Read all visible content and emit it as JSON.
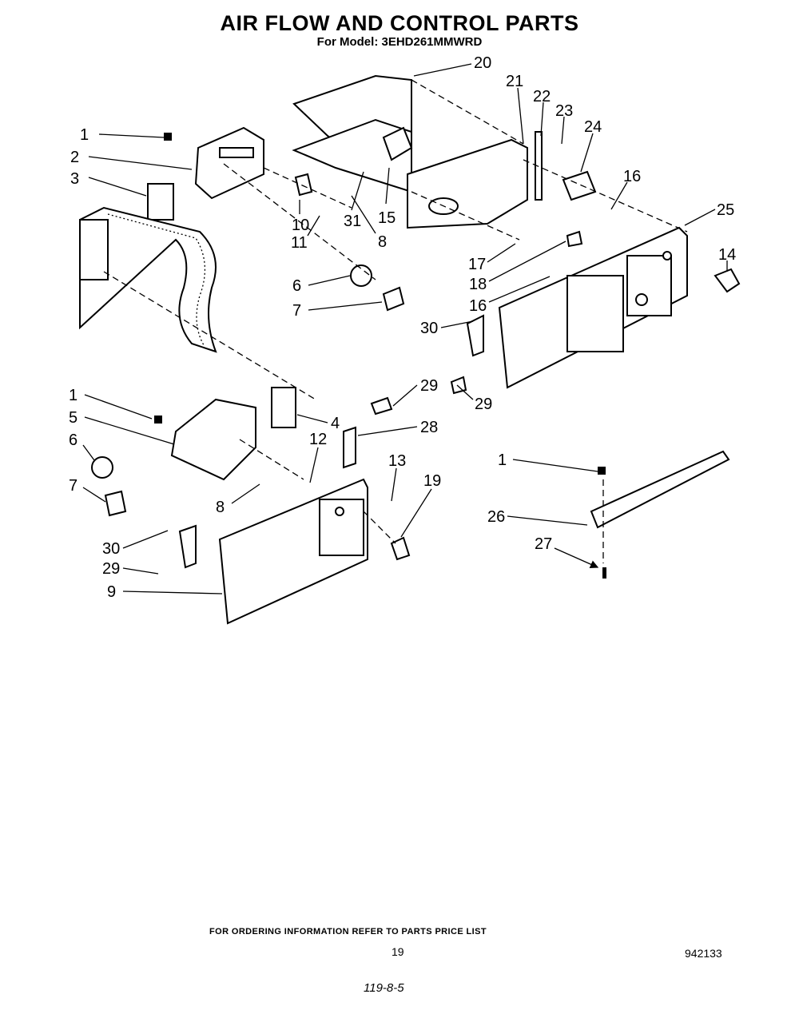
{
  "title": "AIR FLOW AND CONTROL PARTS",
  "model": "For Model: 3EHD261MMWRD",
  "footer": "FOR ORDERING INFORMATION REFER TO PARTS PRICE LIST",
  "page_number": "19",
  "document_number": "942133",
  "handwritten_note": "119-8-5",
  "callouts": [
    "1",
    "2",
    "3",
    "10",
    "11",
    "8",
    "31",
    "15",
    "20",
    "21",
    "22",
    "23",
    "24",
    "16",
    "25",
    "14",
    "17",
    "18",
    "16",
    "6",
    "7",
    "30",
    "29",
    "29",
    "28",
    "4",
    "12",
    "13",
    "19",
    "1",
    "5",
    "6",
    "7",
    "8",
    "30",
    "29",
    "9",
    "1",
    "26",
    "27"
  ]
}
